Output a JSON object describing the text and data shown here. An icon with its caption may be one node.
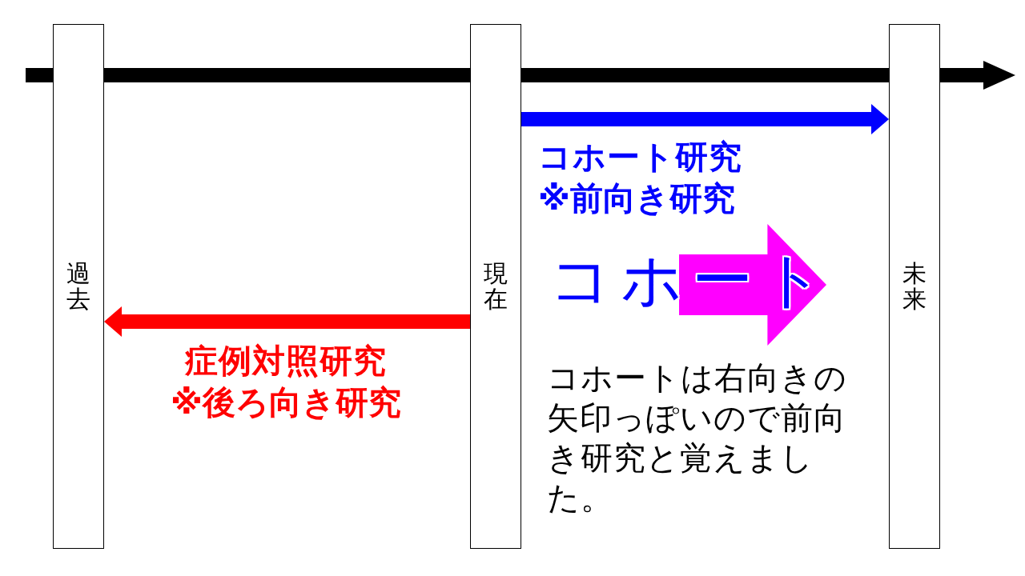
{
  "diagram": {
    "nodes": [
      {
        "text": [
          "過去"
        ]
      },
      {
        "text": [
          "現在"
        ]
      },
      {
        "text": [
          "未来"
        ]
      }
    ],
    "edges": [
      {
        "from": 1,
        "to": 2,
        "arrow": "to",
        "label": "コホート研究",
        "color": "#0000ff"
      },
      {
        "from": 1,
        "to": 0,
        "arrow": "to",
        "label": "症例対照研究",
        "color": "#ff0000"
      }
    ],
    "labels": [
      "※前向き研究",
      "コホート",
      "※後ろ向き研究",
      "コホートは右向きの矢印っぽいので前向き研究と覚えました。"
    ]
  }
}
